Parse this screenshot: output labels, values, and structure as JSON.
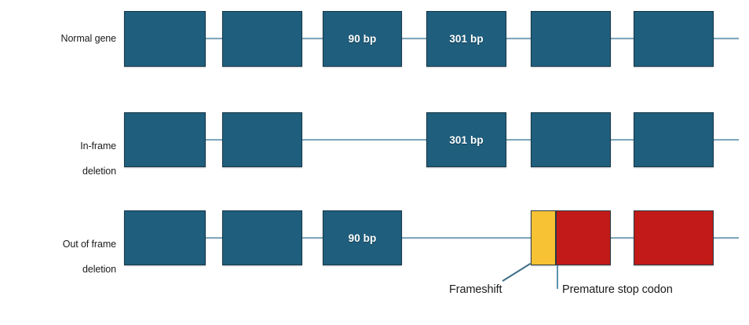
{
  "figure": {
    "background_color": "#ffffff",
    "palette": {
      "exon_teal": "#1f5e7c",
      "exon_red": "#c11a18",
      "exon_yellow": "#f8c235",
      "connector": "#7fa8be",
      "outline": "#16384a",
      "text": "#1b1b1b",
      "exon_label_text": "#ffffff"
    }
  },
  "rows": [
    {
      "id": "normal-gene",
      "label": "Normal gene",
      "label_lines": [
        "Normal gene"
      ],
      "exons": [
        {
          "index": 1,
          "label": "",
          "color": "teal"
        },
        {
          "index": 2,
          "label": "",
          "color": "teal"
        },
        {
          "index": 3,
          "label": "90 bp",
          "color": "teal"
        },
        {
          "index": 4,
          "label": "301 bp",
          "color": "teal"
        },
        {
          "index": 5,
          "label": "",
          "color": "teal"
        },
        {
          "index": 6,
          "label": "",
          "color": "teal"
        }
      ]
    },
    {
      "id": "in-frame-deletion",
      "label": "In-frame deletion",
      "label_lines": [
        "In-frame",
        "deletion"
      ],
      "exons": [
        {
          "index": 1,
          "label": "",
          "color": "teal"
        },
        {
          "index": 2,
          "label": "",
          "color": "teal"
        },
        {
          "index": 4,
          "label": "301 bp",
          "color": "teal"
        },
        {
          "index": 5,
          "label": "",
          "color": "teal"
        },
        {
          "index": 6,
          "label": "",
          "color": "teal"
        }
      ]
    },
    {
      "id": "out-of-frame-deletion",
      "label": "Out of frame deletion",
      "label_lines": [
        "Out of frame",
        "deletion"
      ],
      "exons": [
        {
          "index": 1,
          "label": "",
          "color": "teal"
        },
        {
          "index": 2,
          "label": "",
          "color": "teal"
        },
        {
          "index": 3,
          "label": "90 bp",
          "color": "teal"
        },
        {
          "index": "5a",
          "label": "",
          "color": "yellow"
        },
        {
          "index": "5b",
          "label": "",
          "color": "red"
        },
        {
          "index": 6,
          "label": "",
          "color": "red"
        }
      ]
    }
  ],
  "annotations": [
    {
      "id": "frameshift",
      "label": "Frameshift"
    },
    {
      "id": "premature-stop-codon",
      "label": "Premature stop codon"
    }
  ]
}
